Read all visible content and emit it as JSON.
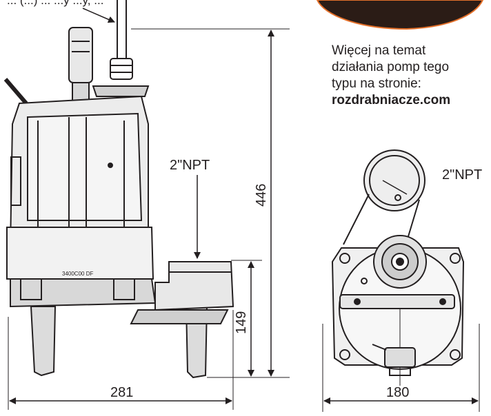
{
  "top_cutoff_text": "... (...) ... ...y ...y, ...",
  "side_view": {
    "height_label": "446",
    "inlet_height_label": "149",
    "width_label": "281",
    "outlet_label": "2\"NPT",
    "model_marking": "3400C00 DF"
  },
  "top_view": {
    "width_label": "180",
    "outlet_label": "2\"NPT"
  },
  "note": {
    "line1": "Więcej na temat",
    "line2": "działania pomp tego",
    "line3": "typu na stronie:",
    "link": "rozdrabniacze.com"
  },
  "colors": {
    "outline": "#231f20",
    "shade": "#8a8a8a",
    "dark": "#2b1c16"
  }
}
